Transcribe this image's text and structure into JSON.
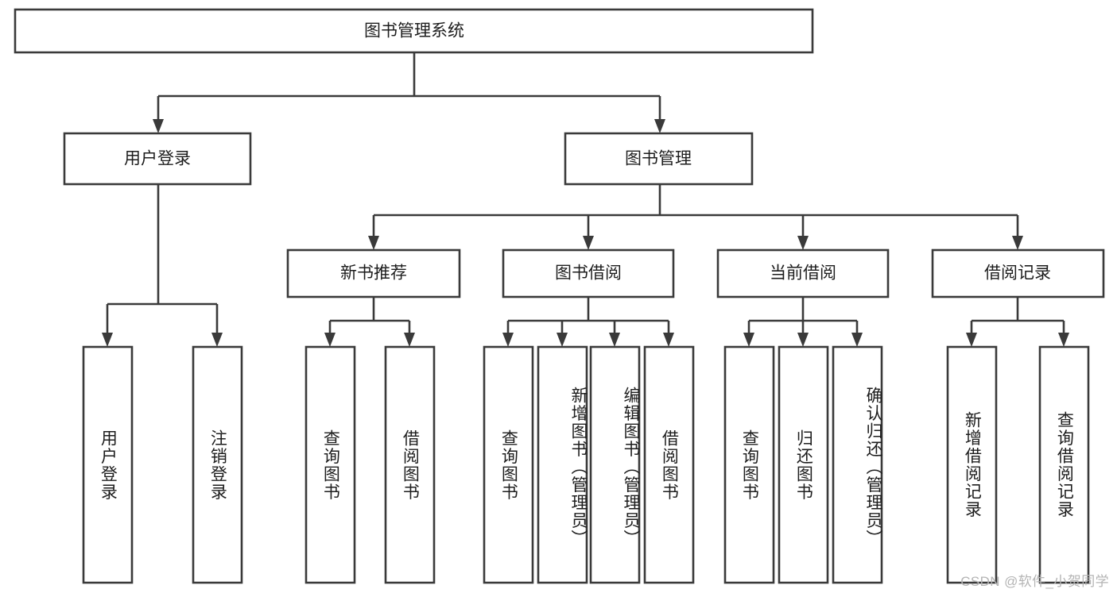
{
  "diagram": {
    "type": "tree-hierarchy",
    "title": "图书管理系统",
    "watermark": "CSDN @软件_小贺同学",
    "colors": {
      "stroke": "#3a3a3a",
      "box_fill": "#ffffff",
      "text": "#1d1d1d",
      "background": "#ffffff",
      "watermark": "#b4b4b4"
    },
    "root": {
      "label": "图书管理系统",
      "children": [
        {
          "label": "用户登录",
          "children": [
            {
              "label": "用户登录"
            },
            {
              "label": "注销登录"
            }
          ]
        },
        {
          "label": "图书管理",
          "children": [
            {
              "label": "新书推荐",
              "children": [
                {
                  "label": "查询图书"
                },
                {
                  "label": "借阅图书"
                }
              ]
            },
            {
              "label": "图书借阅",
              "children": [
                {
                  "label": "查询图书"
                },
                {
                  "label": "新增图书（管理员）"
                },
                {
                  "label": "编辑图书（管理员）"
                },
                {
                  "label": "借阅图书"
                }
              ]
            },
            {
              "label": "当前借阅",
              "children": [
                {
                  "label": "查询图书"
                },
                {
                  "label": "归还图书"
                },
                {
                  "label": "确认归还（管理员）"
                }
              ]
            },
            {
              "label": "借阅记录",
              "children": [
                {
                  "label": "新增借阅记录"
                },
                {
                  "label": "查询借阅记录"
                }
              ]
            }
          ]
        }
      ]
    },
    "nodes": {
      "root_title": "图书管理系统",
      "l1_user_login": "用户登录",
      "l1_book_mgmt": "图书管理",
      "l2_new_book": "新书推荐",
      "l2_book_borrow": "图书借阅",
      "l2_current_borrow": "当前借阅",
      "l2_borrow_record": "借阅记录",
      "leaf_user_login": "用户登录",
      "leaf_logout": "注销登录",
      "leaf_query_book_a": "查询图书",
      "leaf_borrow_book_a": "借阅图书",
      "leaf_query_book_b": "查询图书",
      "leaf_add_book": "新增图书（管理员）",
      "leaf_edit_book": "编辑图书（管理员）",
      "leaf_borrow_book_b": "借阅图书",
      "leaf_query_book_c": "查询图书",
      "leaf_return_book": "归还图书",
      "leaf_confirm_return": "确认归还（管理员）",
      "leaf_add_record": "新增借阅记录",
      "leaf_query_record": "查询借阅记录"
    }
  }
}
